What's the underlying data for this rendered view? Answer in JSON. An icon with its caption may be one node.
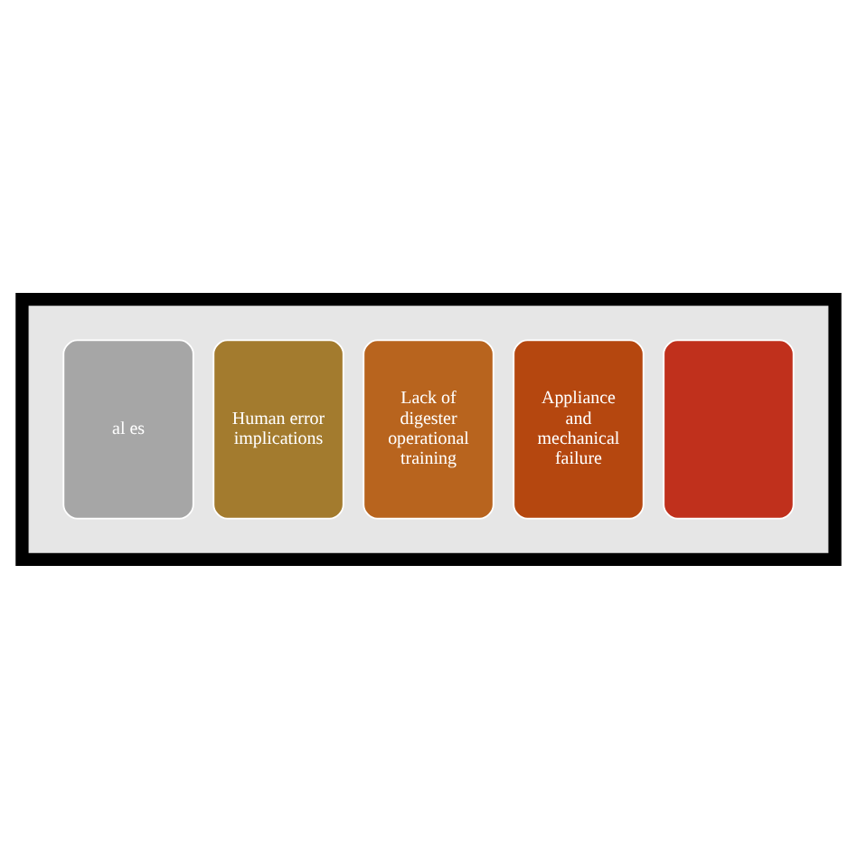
{
  "diagram": {
    "nodes": [
      {
        "text": [],
        "shape": "arrow"
      },
      {
        "text": [
          "al es"
        ],
        "in": 0
      },
      {
        "text": [
          "Human error implications"
        ],
        "in": 0
      },
      {
        "text": [
          "Lack of digester operational training"
        ],
        "in": 0
      },
      {
        "text": [
          "Appliance and mechanical failure"
        ],
        "in": 0
      },
      {
        "text": [],
        "shape": "box",
        "in": 0
      }
    ]
  }
}
